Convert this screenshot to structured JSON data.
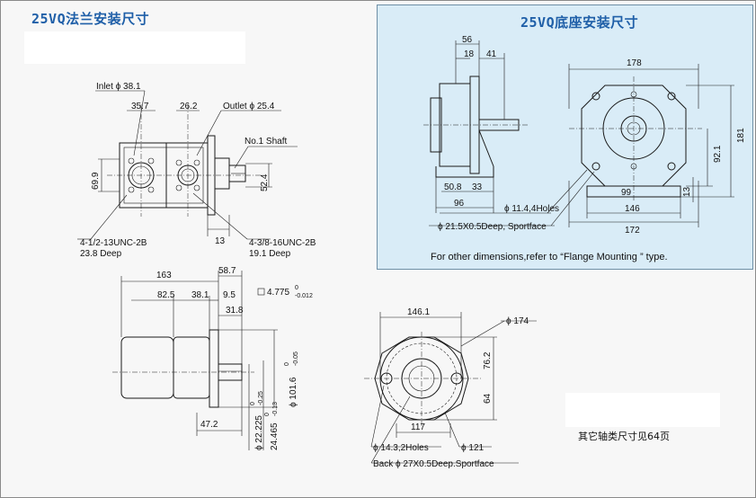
{
  "titles": {
    "flange": "25VQ法兰安装尺寸",
    "base": "25VQ底座安装尺寸"
  },
  "notes": {
    "other_dims": "For other  dimensions,refer to  “Flange Mounting ” type.",
    "shaft_ref": "其它轴类尺寸见64页"
  },
  "flange_view": {
    "inlet": "Inlet ϕ 38.1",
    "outlet": "Outlet ϕ 25.4",
    "shaft": "No.1 Shaft",
    "d357": "35.7",
    "d262": "26.2",
    "d699": "69.9",
    "d524": "52.4",
    "d13": "13",
    "thread1": "4-1/2-13UNC-2B",
    "thread1_depth": "23.8 Deep",
    "thread2": "4-3/8-16UNC-2B",
    "thread2_depth": "19.1 Deep"
  },
  "side_view": {
    "d163": "163",
    "d587": "58.7",
    "d825": "82.5",
    "d381": "38.1",
    "d95": "9.5",
    "d318": "31.8",
    "key": "4.775",
    "key_tol_upper": "0",
    "key_tol_lower": "-0.012",
    "d472": "47.2",
    "d1016": "ϕ 101.6",
    "d1016_tol_upper": "0",
    "d1016_tol_lower": "-0.05",
    "d22225": "ϕ 22.225",
    "d22225_tol_upper": "0",
    "d22225_tol_lower": "-0.25",
    "d24465": "24.465",
    "d24465_tol_upper": "0",
    "d24465_tol_lower": "-0.13"
  },
  "front_view": {
    "d1461": "146.1",
    "d174": "ϕ 174",
    "d762": "76.2",
    "d64": "64",
    "d117": "117",
    "holes": "ϕ 14.3,2Holes",
    "d121": "ϕ 121",
    "back": "Back ϕ 27X0.5Deep.Sportface"
  },
  "base_view": {
    "d56": "56",
    "d18": "18",
    "d41": "41",
    "d508": "50.8",
    "d33": "33",
    "d96": "96",
    "d178": "178",
    "d181": "181",
    "d921": "92.1",
    "d99": "99",
    "d13": "13",
    "d146": "146",
    "d172": "172",
    "holes": "ϕ 11.4,4Holes",
    "spotface": "ϕ 21.5X0.5Deep, Sportface"
  }
}
